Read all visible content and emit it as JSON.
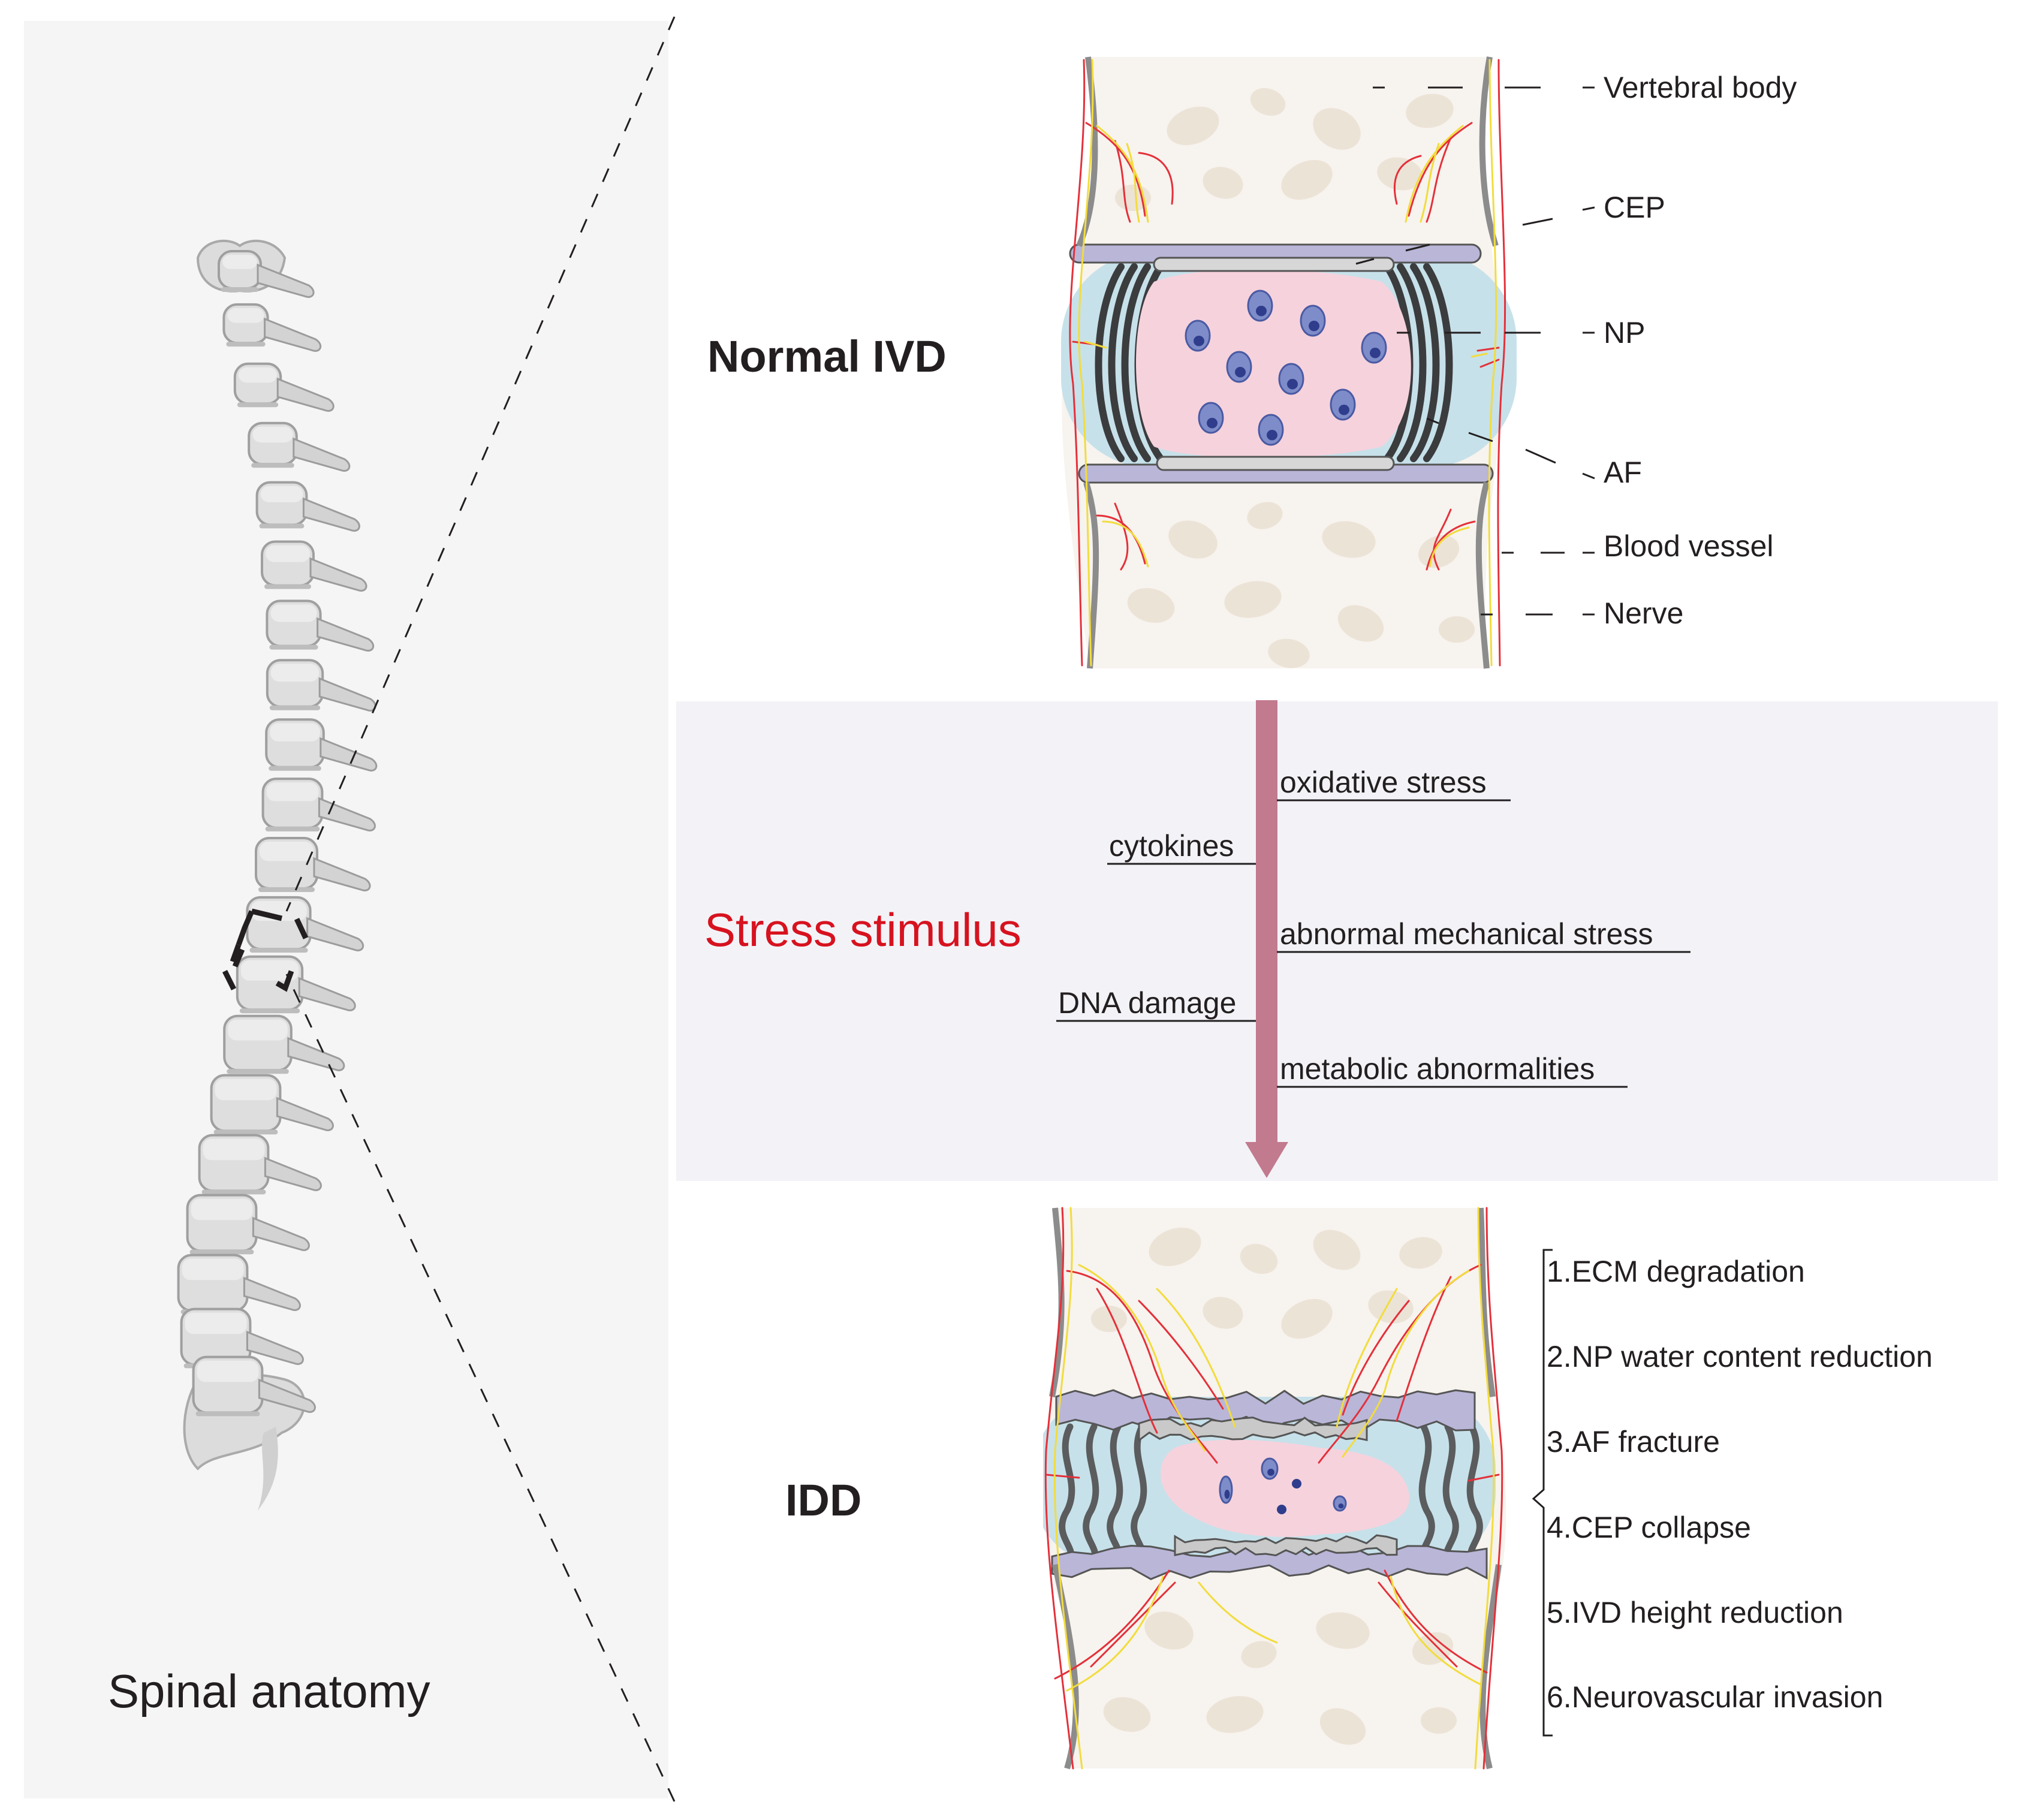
{
  "left_panel": {
    "caption": "Spinal anatomy"
  },
  "normal_ivd": {
    "title": "Normal  IVD",
    "labels": [
      "Vertebral body",
      "CEP",
      "NP",
      "AF",
      "Blood vessel",
      "Nerve"
    ]
  },
  "stress": {
    "title": "Stress stimulus",
    "factors": [
      {
        "text": "oxidative stress",
        "side": "right"
      },
      {
        "text": "cytokines",
        "side": "left"
      },
      {
        "text": "abnormal mechanical stress",
        "side": "right"
      },
      {
        "text": "DNA damage",
        "side": "left"
      },
      {
        "text": "metabolic abnormalities",
        "side": "right"
      }
    ]
  },
  "idd": {
    "title": "IDD",
    "features": [
      "1.ECM degradation",
      "2.NP water content reduction",
      "3.AF fracture",
      "4.CEP collapse",
      "5.IVD height reduction",
      "6.Neurovascular invasion"
    ]
  },
  "colors": {
    "panel_bg": "#f5f5f6",
    "stress_bg": "#f3f3f7",
    "bone": "#f7f3ee",
    "bone_spot": "#ece3d7",
    "cep": "#b9b6d8",
    "cep_inner": "#d7d7d7",
    "af": "#c7e1ea",
    "np": "#f6d2dc",
    "cell": "#7e8dc9",
    "nucleus": "#2f3d8c",
    "vessel": "#e4303a",
    "nerve": "#f2dc3d",
    "arrow": "#c27a8e",
    "stress_text": "#d7121f"
  }
}
